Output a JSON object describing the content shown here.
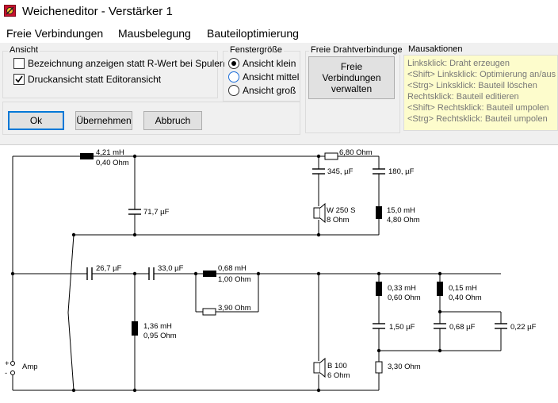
{
  "window": {
    "title": "Weicheneditor - Verstärker 1"
  },
  "menu": [
    "Freie Verbindungen",
    "Mausbelegung",
    "Bauteiloptimierung"
  ],
  "ansicht": {
    "title": "Ansicht",
    "options": [
      {
        "label": "Bezeichnung anzeigen statt R-Wert bei Spulen",
        "checked": false
      },
      {
        "label": "Druckansicht statt Editoransicht",
        "checked": true
      }
    ]
  },
  "fenster": {
    "title": "Fenstergröße",
    "options": [
      {
        "label": "Ansicht klein",
        "selected": true
      },
      {
        "label": "Ansicht mittel",
        "selected": false
      },
      {
        "label": "Ansicht groß",
        "selected": false
      }
    ]
  },
  "freie": {
    "title": "Freie Drahtverbindunge",
    "button": "Freie Verbindungen verwalten"
  },
  "maus": {
    "title": "Mausaktionen",
    "lines": [
      "Linksklick: Draht erzeugen",
      "<Shift> Linksklick: Optimierung an/aus",
      "<Strg> Linksklick: Bauteil löschen",
      "Rechtsklick: Bauteil editieren",
      "<Shift> Rechtsklick: Bauteil umpolen",
      "<Strg> Rechtsklick: Bauteil umpolen"
    ]
  },
  "buttons": {
    "ok": "Ok",
    "apply": "Übernehmen",
    "cancel": "Abbruch"
  },
  "schematic": {
    "top_inductor": [
      "4,21 mH",
      "0,40 Ohm"
    ],
    "top_resistor": "6,80 Ohm",
    "cap_345": "345, µF",
    "cap_180": "180, µF",
    "cap_717": "71,7 µF",
    "tweeter": [
      "W 250 S",
      "8 Ohm"
    ],
    "ind_15": [
      "15,0 mH",
      "4,80 Ohm"
    ],
    "cap_267": "26,7 µF",
    "cap_330": "33,0 µF",
    "ind_068": [
      "0,68 mH",
      "1,00 Ohm"
    ],
    "res_390": "3,90 Ohm",
    "ind_136": [
      "1,36 mH",
      "0,95 Ohm"
    ],
    "ind_033": [
      "0,33 mH",
      "0,60 Ohm"
    ],
    "ind_015": [
      "0,15 mH",
      "0,40 Ohm"
    ],
    "cap_150": "1,50 µF",
    "cap_068": "0,68 µF",
    "cap_022": "0,22 µF",
    "woofer": [
      "B 100",
      "6 Ohm"
    ],
    "res_330": "3,30 Ohm",
    "amp": "Amp",
    "plus": "+",
    "minus": "-"
  },
  "colors": {
    "accent": "#0078d7",
    "mausbox_bg": "#fdfccc",
    "panel_bg": "#f0f0f0"
  }
}
